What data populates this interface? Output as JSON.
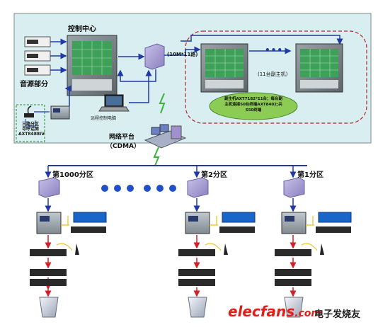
{
  "control_center": {
    "title": "控制中心",
    "audio_label": "音源部分",
    "remote_label": "远程控制电脑",
    "phone_lines": [
      "三路分区",
      "寻呼话筒",
      "AXT8488IV"
    ]
  },
  "network_platform": {
    "title": "网络平台",
    "subtitle": "（CDMA）"
  },
  "link_label": "(10M*11路)",
  "host_group": {
    "sub_label": "(11台副主机)",
    "ellipsis": "•••",
    "note_lines": [
      "副主机AXT7182*11台；每台副",
      "主机连接50台终端AXT8402;共",
      "550终端"
    ]
  },
  "zones": [
    {
      "label": "第1000分区"
    },
    {
      "label": "第2分区"
    },
    {
      "label": "第1分区"
    }
  ],
  "watermark": {
    "brand": "elecfans",
    "dotcom": ".com",
    "cn": "电子发烧友",
    "brand_color": "#e0201b"
  },
  "colors": {
    "panel_bg": "#d8eef0",
    "dash_border": "#c0202a",
    "note_fill": "#8ccc55",
    "arrow_blue": "#2038a8",
    "arrow_red": "#d0202a",
    "dot_blue": "#2050c8",
    "bolt_green": "#40b040"
  }
}
